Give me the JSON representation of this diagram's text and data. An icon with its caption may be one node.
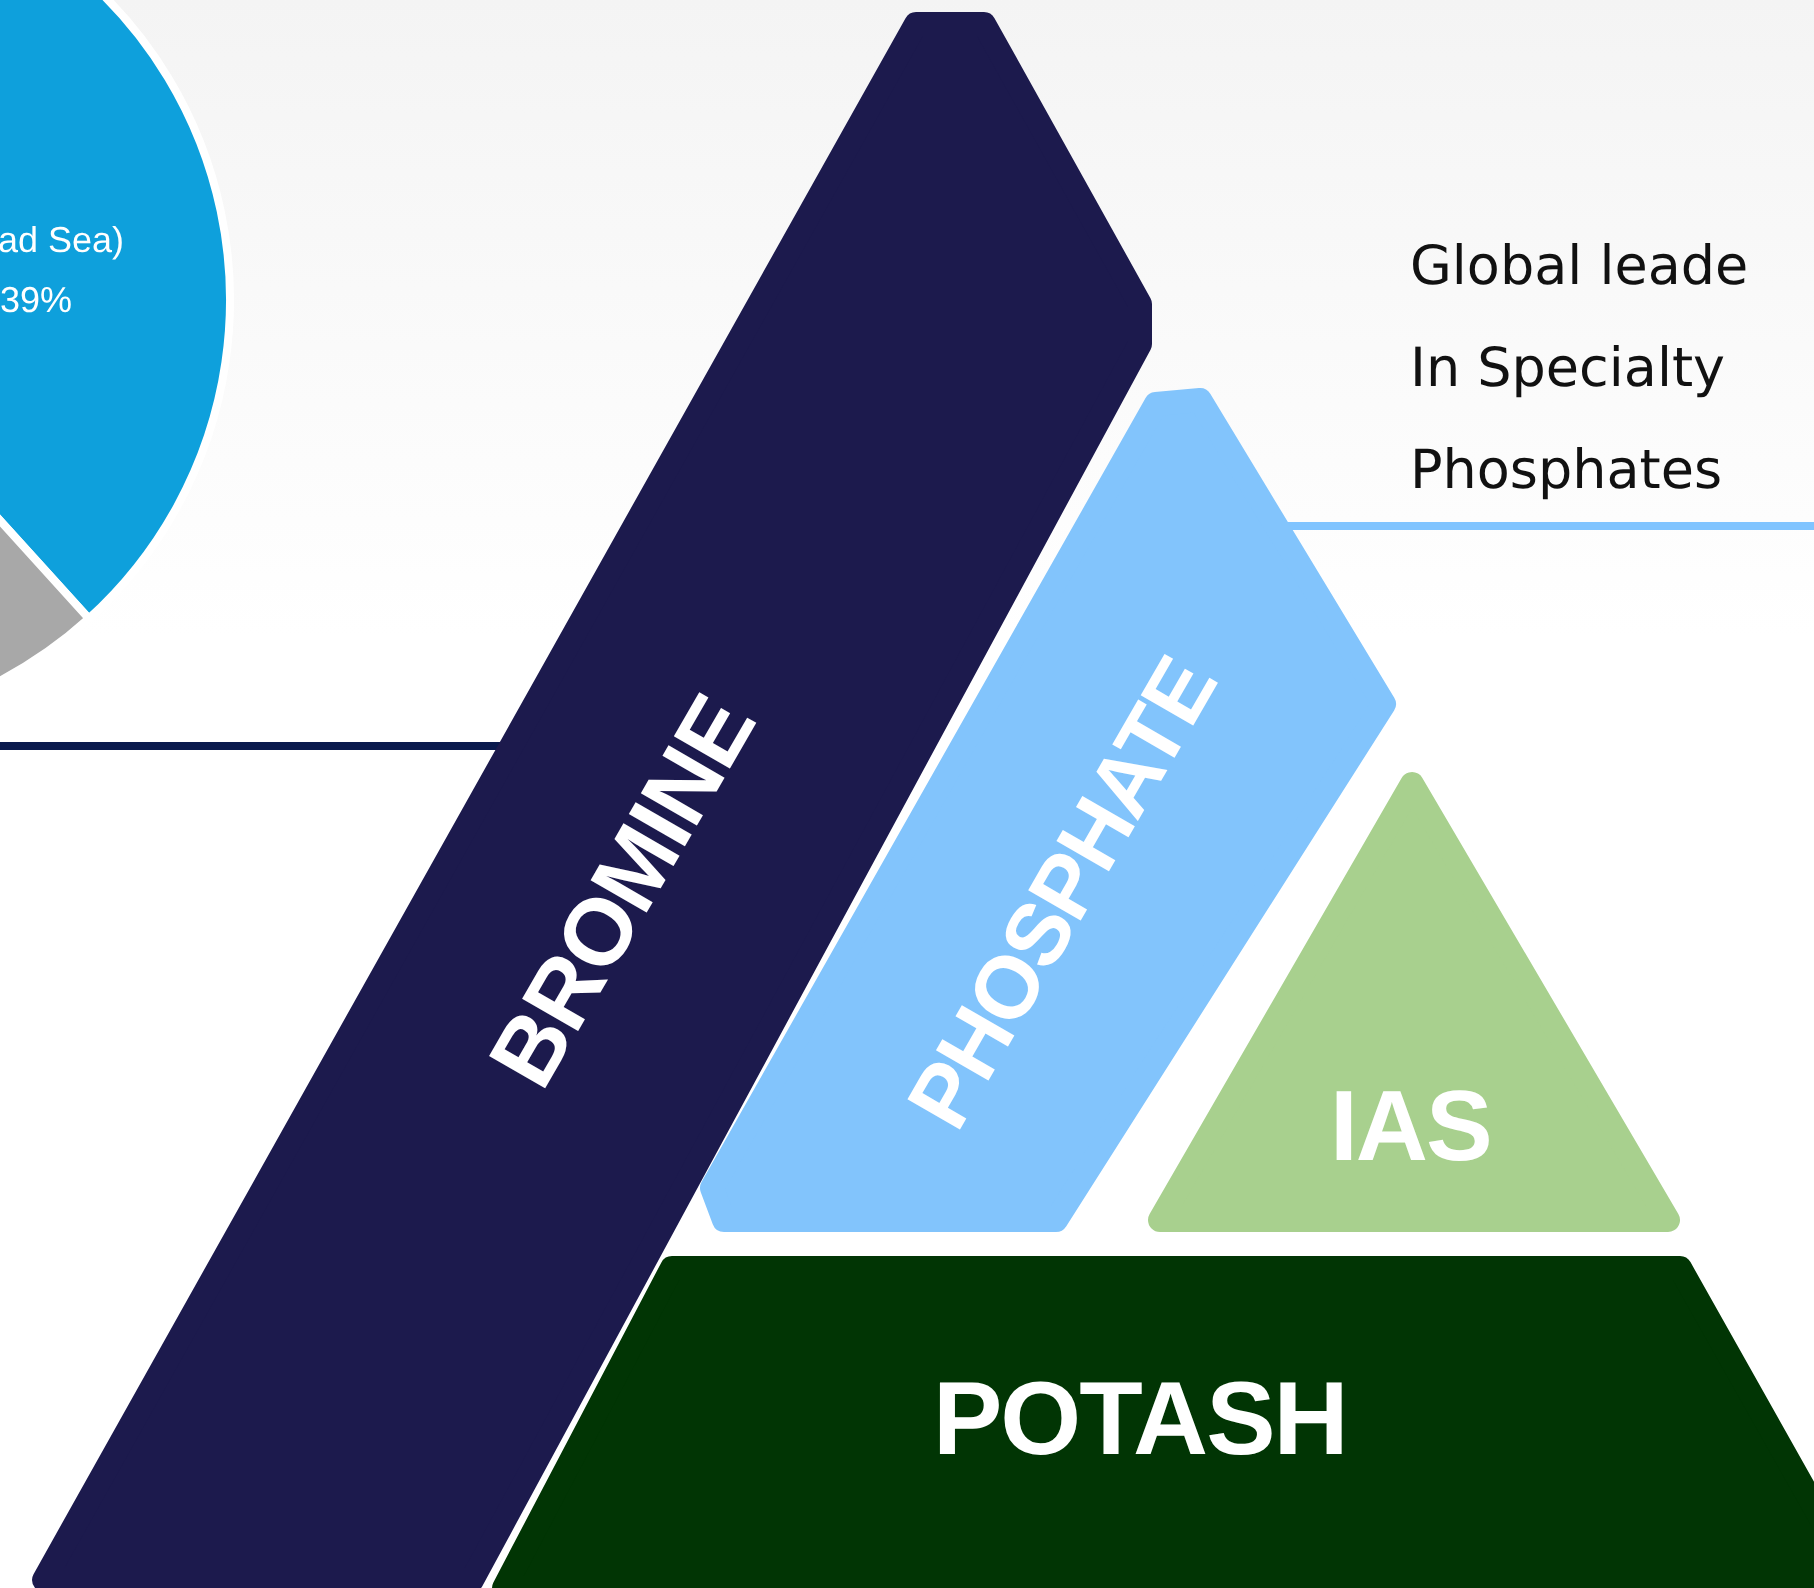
{
  "diagram": {
    "nodes": [
      {
        "text": [
          "BROMINE"
        ]
      },
      {
        "text": [
          "PHOSPHATE"
        ]
      },
      {
        "text": [
          "IAS"
        ]
      },
      {
        "text": [
          "POTASH"
        ]
      },
      {
        "text": [
          "Global leade In Specialty Phosphates"
        ]
      }
    ],
    "edges": [
      {
        "from": null,
        "to": 0,
        "arrow": "none",
        "color": "#0a1a4d"
      },
      {
        "from": 1,
        "to": 4,
        "arrow": "none",
        "color": "#80c4ff"
      }
    ],
    "labels": [
      "ad Sea)",
      "39%"
    ]
  }
}
